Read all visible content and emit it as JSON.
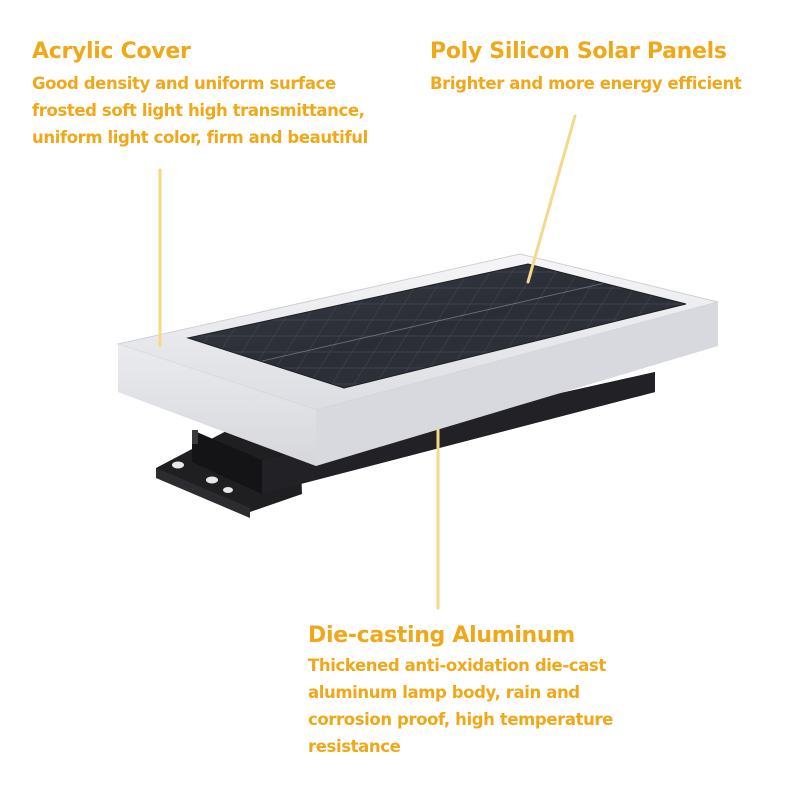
{
  "colors": {
    "accent": "#f0a818",
    "leader_line": "#f3d98a",
    "panel": "#2b2e36",
    "frame": "#e9e9ec",
    "body": "#1e1e20"
  },
  "callouts": {
    "acrylic": {
      "title": "Acrylic Cover",
      "description": "Good density and uniform surface\nfrosted soft light high transmittance,\nuniform light color, firm and beautiful"
    },
    "solar": {
      "title": "Poly Silicon Solar Panels",
      "description": "Brighter and more energy efficient"
    },
    "diecast": {
      "title": "Die-casting Aluminum",
      "description": "Thickened anti-oxidation die-cast\naluminum lamp body, rain and\ncorrosion proof, high temperature\nresistance"
    }
  }
}
